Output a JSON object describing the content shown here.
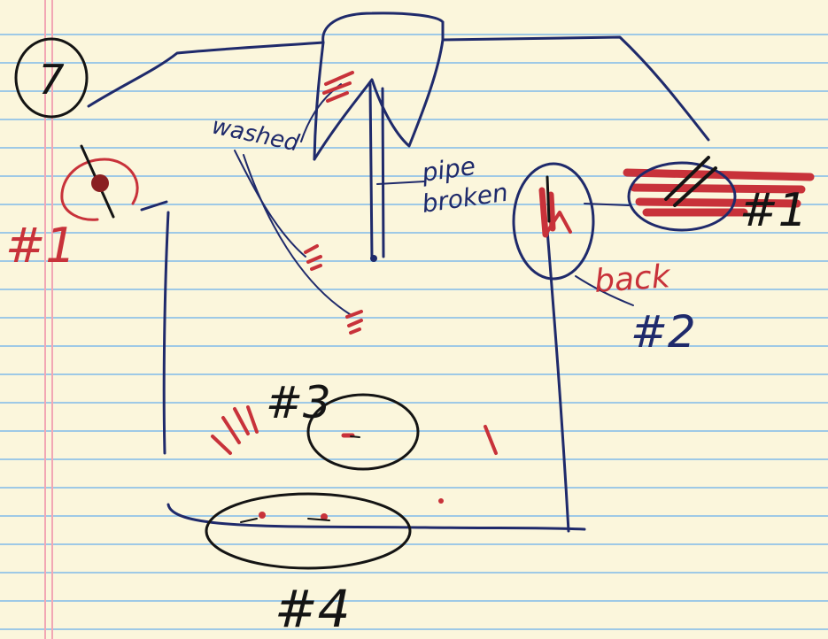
{
  "page": {
    "number": "7"
  },
  "notes": {
    "washed": "washed",
    "pipe_broken_line1": "pipe",
    "pipe_broken_line2": "broken",
    "back": "back"
  },
  "markers": {
    "one_left": "#1",
    "one_right": "#1",
    "two": "#2",
    "three": "#3",
    "four": "#4"
  },
  "colors": {
    "paper": "#fbf6dc",
    "rule_line": "#9ec9e6",
    "margin_line": "#f2a7b4",
    "blue_ink": "#1f2a6b",
    "black_ink": "#141414",
    "red_ink": "#c8323a"
  }
}
